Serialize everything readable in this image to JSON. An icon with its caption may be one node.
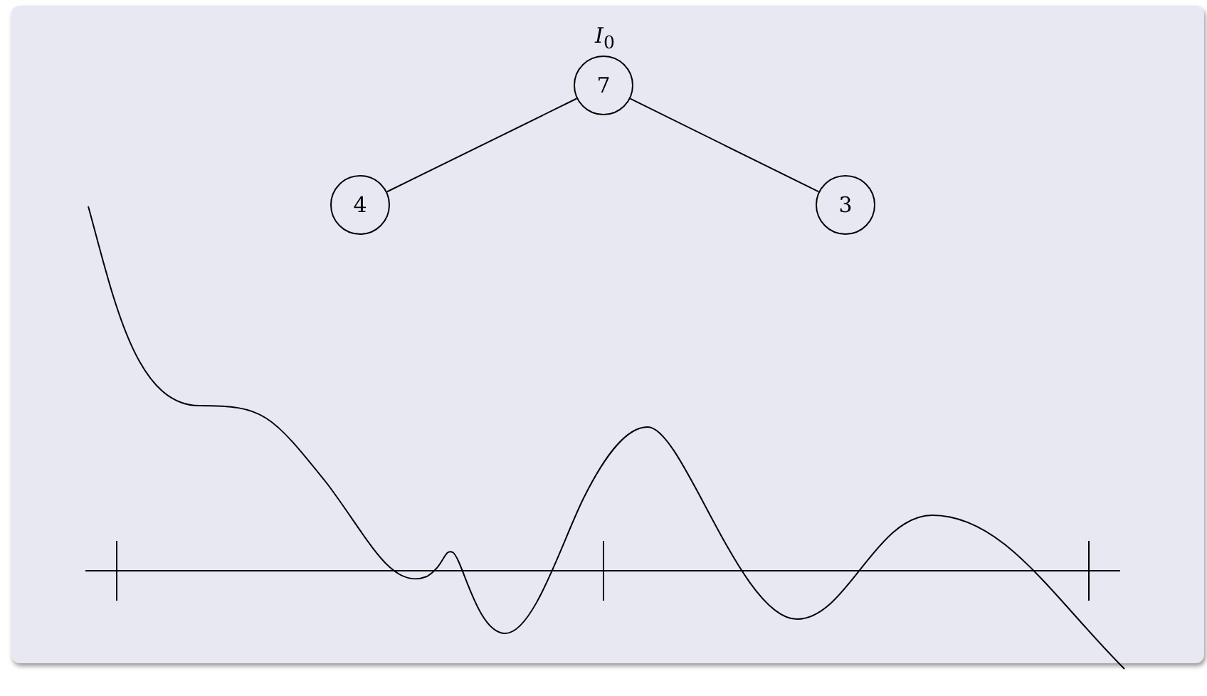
{
  "diagram": {
    "nodes": [
      {
        "text": [
          "7"
        ],
        "beside": [
          "*I*$_{0}$"
        ]
      },
      {
        "text": [
          "4"
        ]
      },
      {
        "text": [
          "3"
        ]
      }
    ],
    "edges": [
      {
        "from": 0,
        "to": 1,
        "arrow": "none"
      },
      {
        "from": 0,
        "to": 2,
        "arrow": "none"
      }
    ]
  }
}
